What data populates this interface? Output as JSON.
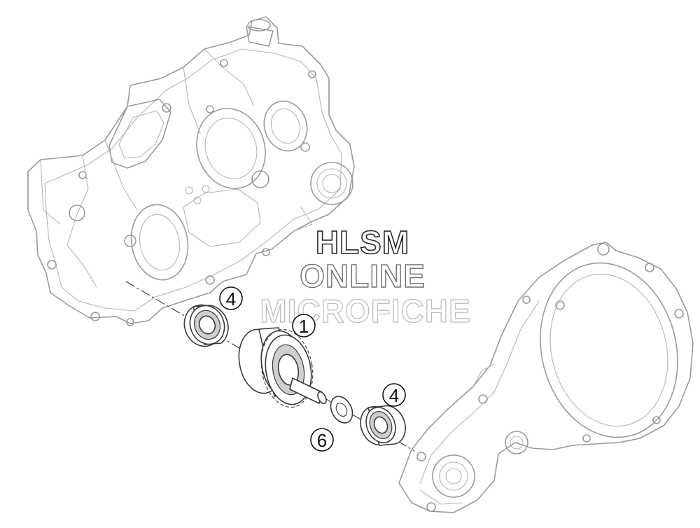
{
  "watermark": {
    "line1": "HLSM",
    "line2": "ONLINE",
    "line3": "MICROFICHE"
  },
  "callouts": [
    {
      "id": "callout-4-left",
      "label": "4"
    },
    {
      "id": "callout-1",
      "label": "1"
    },
    {
      "id": "callout-4-right",
      "label": "4"
    },
    {
      "id": "callout-6",
      "label": "6"
    }
  ],
  "colors": {
    "background": "#ffffff",
    "housing_line": "#9a9a9a",
    "part_line": "#3a3a3a",
    "callout": "#111111"
  }
}
